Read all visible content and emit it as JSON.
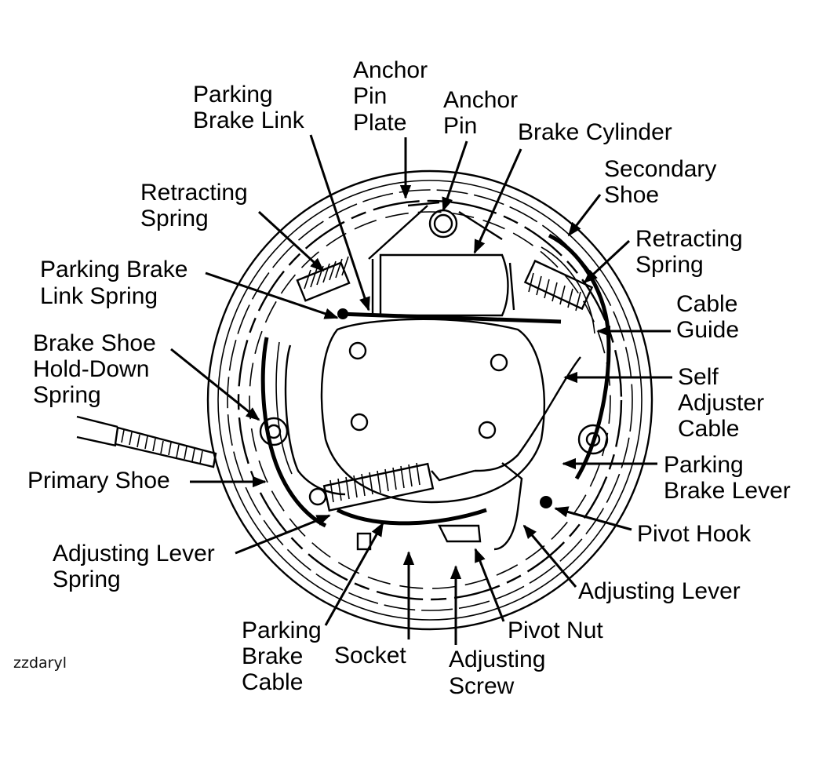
{
  "title": "Drum Brake Assembly",
  "watermark": "zzdaryl",
  "colors": {
    "ink": "#000000",
    "background": "#ffffff"
  },
  "labels": {
    "anchor_pin_plate": [
      "Anchor",
      "Pin",
      "Plate"
    ],
    "parking_brake_link": [
      "Parking",
      "Brake Link"
    ],
    "anchor_pin": [
      "Anchor",
      "Pin"
    ],
    "brake_cylinder": [
      "Brake Cylinder"
    ],
    "secondary_shoe": [
      "Secondary",
      "Shoe"
    ],
    "retracting_spring_left": [
      "Retracting",
      "Spring"
    ],
    "retracting_spring_right": [
      "Retracting",
      "Spring"
    ],
    "parking_brake_link_spring": [
      "Parking Brake",
      "Link Spring"
    ],
    "cable_guide": [
      "Cable",
      "Guide"
    ],
    "brake_shoe_hold_down_spring": [
      "Brake Shoe",
      "Hold-Down",
      "Spring"
    ],
    "self_adjuster_cable": [
      "Self",
      "Adjuster",
      "Cable"
    ],
    "primary_shoe": [
      "Primary Shoe"
    ],
    "parking_brake_lever": [
      "Parking",
      "Brake Lever"
    ],
    "pivot_hook": [
      "Pivot Hook"
    ],
    "adjusting_lever_spring": [
      "Adjusting Lever",
      "Spring"
    ],
    "adjusting_lever": [
      "Adjusting Lever"
    ],
    "pivot_nut": [
      "Pivot Nut"
    ],
    "parking_brake_cable": [
      "Parking",
      "Brake",
      "Cable"
    ],
    "socket": [
      "Socket"
    ],
    "adjusting_screw": [
      "Adjusting",
      "Screw"
    ]
  }
}
